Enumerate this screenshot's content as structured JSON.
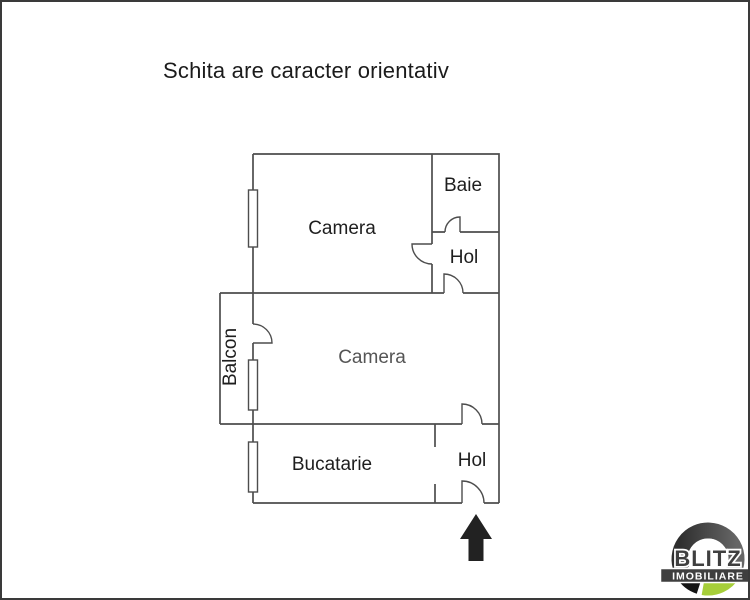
{
  "title": "Schita are caracter orientativ",
  "rooms": {
    "camera_top": "Camera",
    "baie": "Baie",
    "hol_top": "Hol",
    "balcon": "Balcon",
    "camera_mid": "Camera",
    "bucatarie": "Bucatarie",
    "hol_bottom": "Hol"
  },
  "logo": {
    "brand": "BLITZ",
    "tagline": "IMOBILIARE",
    "green": "#a6ce39",
    "dark": "#3f3f3f"
  },
  "colors": {
    "wall": "#4d4d4d",
    "label_text": "#1e1e1e",
    "camera_mid_text": "#555555",
    "arrow": "#222222",
    "border": "#3a3a3a"
  }
}
